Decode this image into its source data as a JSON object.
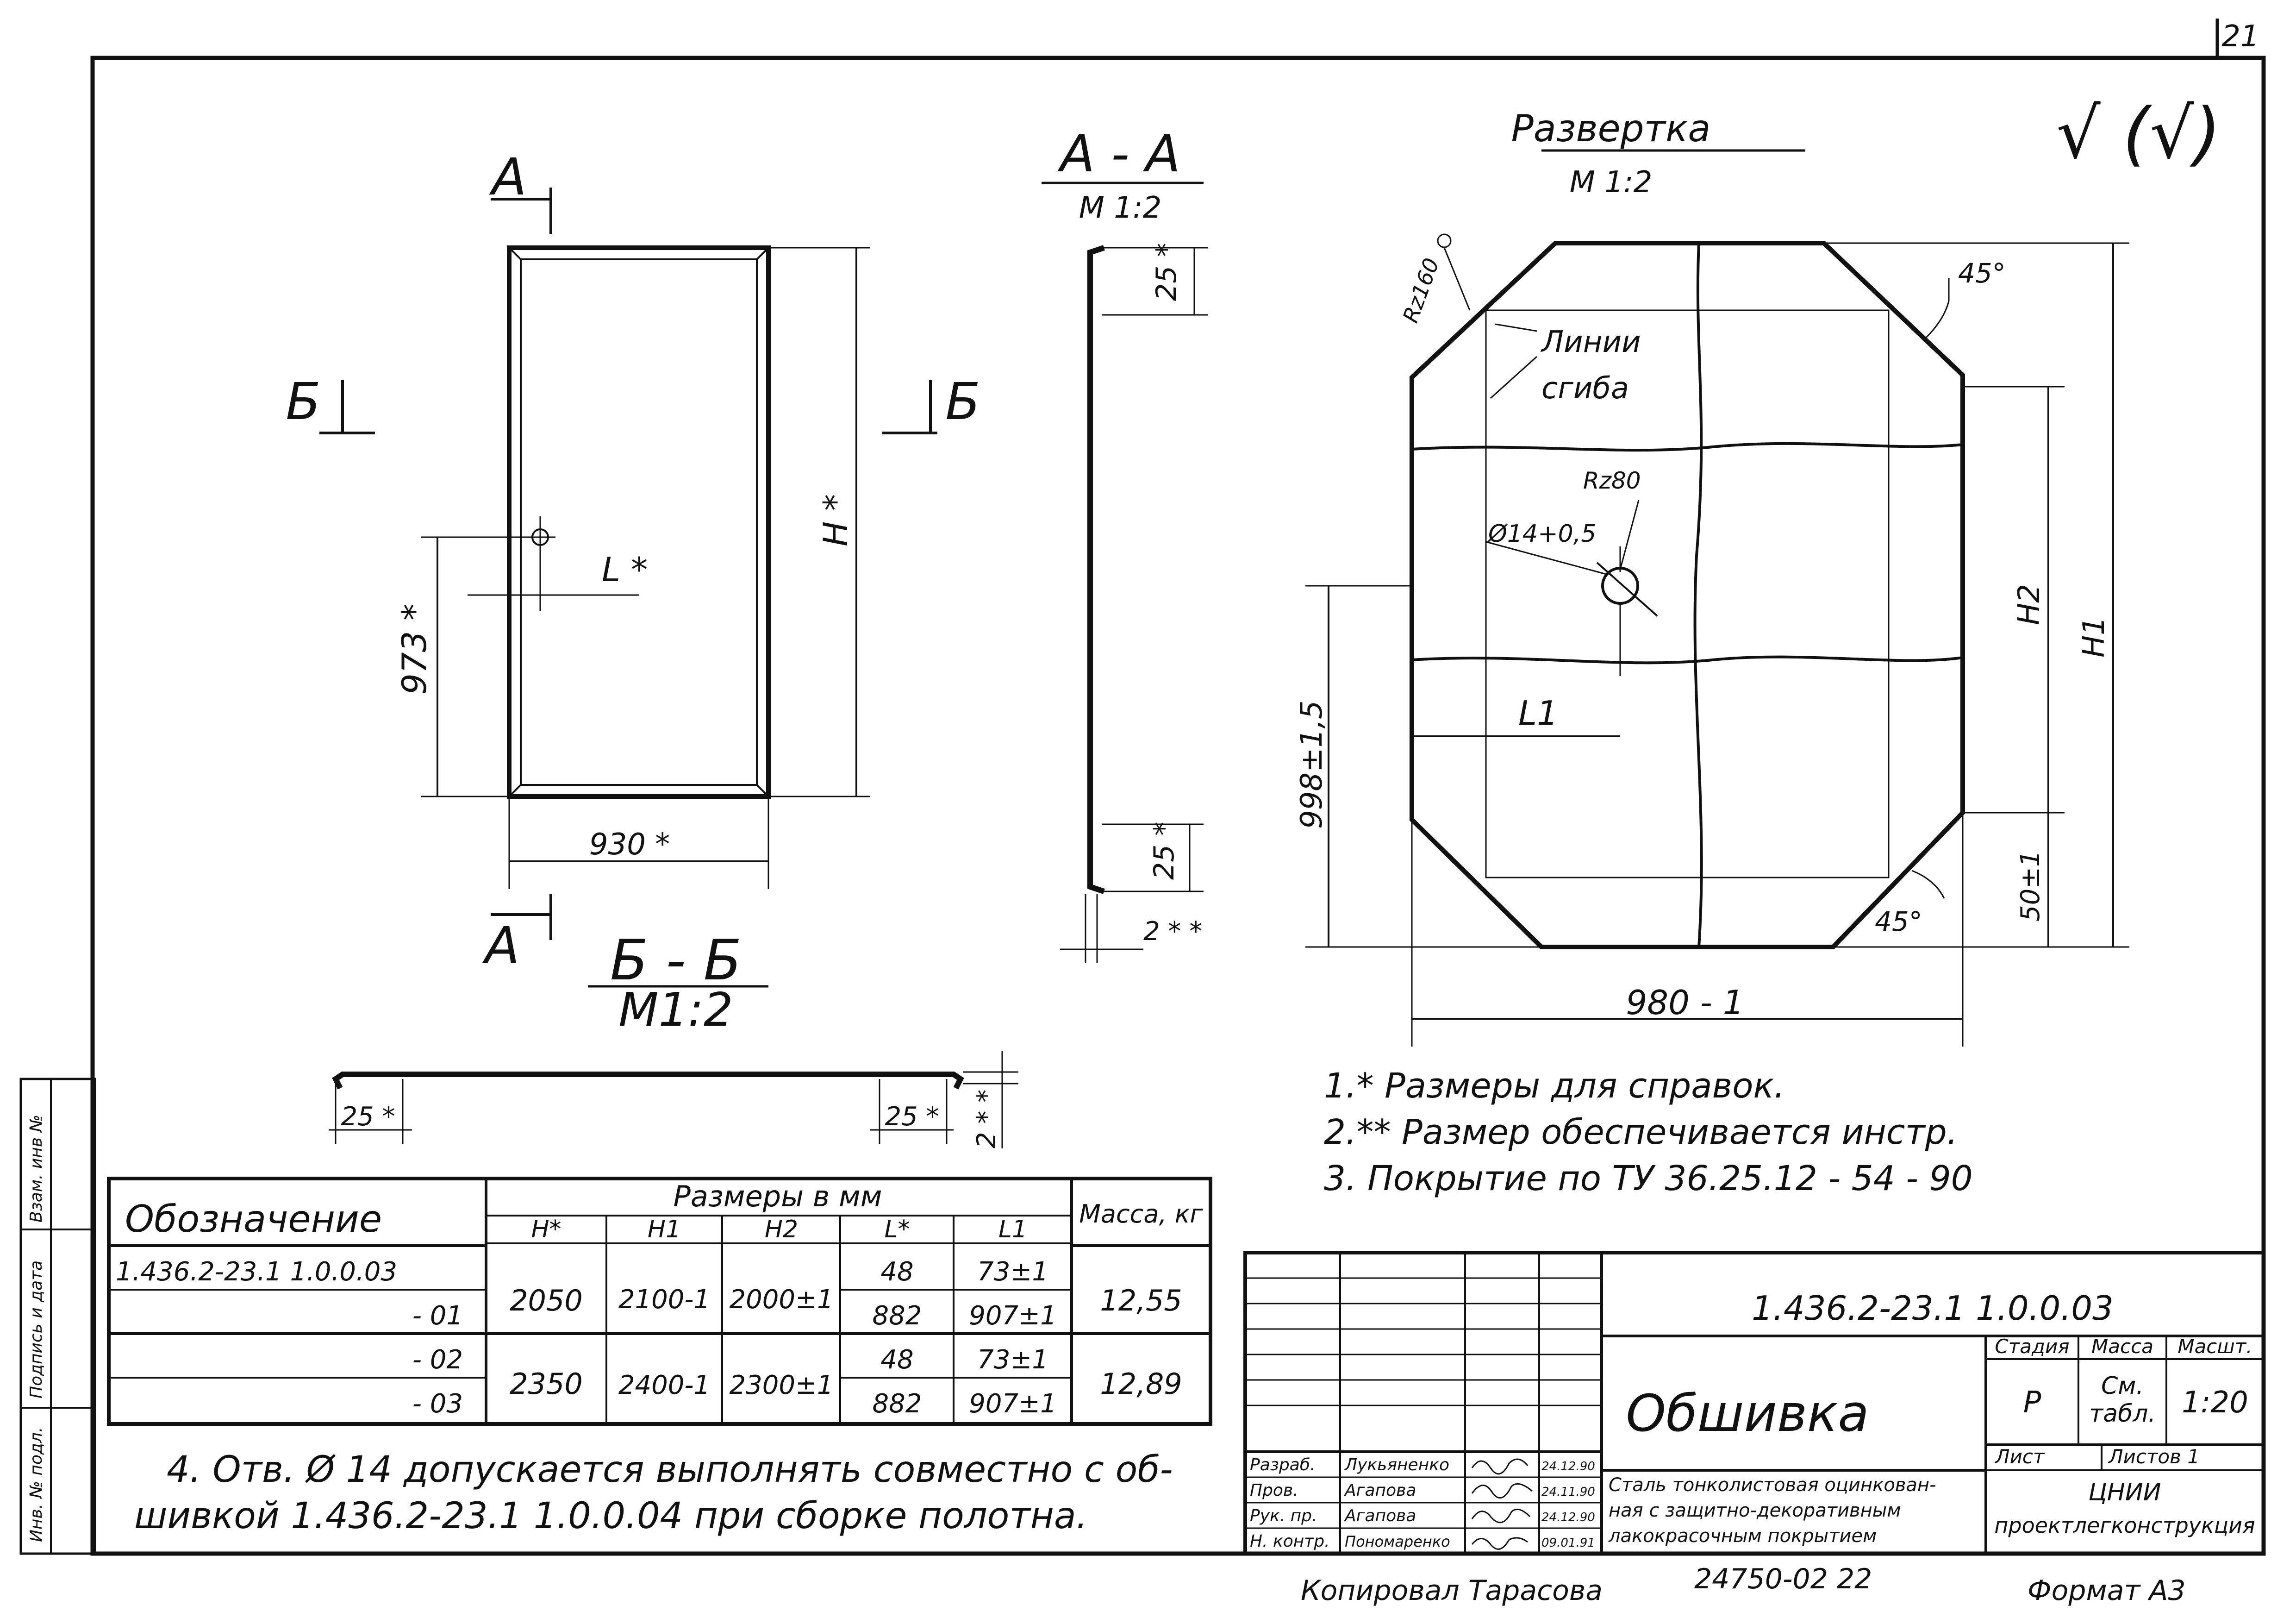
{
  "sheet": {
    "page_number": "21",
    "roughness_mark": "√ (√)",
    "format": "Формат А3",
    "copied_by": "Копировал Тарасова",
    "archive_number": "24750-02   22"
  },
  "section_labels": {
    "a": "А",
    "b": "Б",
    "aa_title": "А - А",
    "aa_scale": "М 1:2",
    "bb_title": "Б - Б",
    "bb_scale": "М1:2",
    "razvertka_title": "Развертка",
    "razvertka_scale": "М 1:2"
  },
  "front_view": {
    "hole_offset": "L *",
    "height": "H *",
    "hole_height": "973 *",
    "width": "930 *"
  },
  "section_aa": {
    "flange_top": "25 *",
    "flange_bottom": "25 *",
    "thickness": "2 * *"
  },
  "section_bb": {
    "flange_left": "25 *",
    "flange_right": "25 *",
    "thickness": "2 * *"
  },
  "razvertka": {
    "corner_label": "Rz160",
    "bend_lines_label_1": "Линии",
    "bend_lines_label_2": "сгиба",
    "hole_roughness": "Rz80",
    "hole_diameter": "Ø14+0,5",
    "hole_offset": "L1",
    "hole_height": "998±1,5",
    "width": "980 - 1",
    "h1": "H1",
    "h2": "H2",
    "bottom_dim": "50±1",
    "angle_top": "45°",
    "angle_bottom": "45°"
  },
  "notes": [
    "1.* Размеры для справок.",
    "2.** Размер обеспечивается   инстр.",
    "3.  Покрытие    по  ТУ 36.25.12 - 54  -  90"
  ],
  "note4": [
    "4.  Отв.  Ø 14 допускается выполнять совместно с об-",
    "шивкой 1.436.2-23.1  1.0.0.04  при сборке полотна."
  ],
  "table": {
    "header_designation": "Обозначение",
    "header_group": "Размеры  в мм",
    "header_mass": "Масса, кг",
    "sub_headers": [
      "H*",
      "H1",
      "H2",
      "L*",
      "L1"
    ],
    "rows": [
      {
        "designation": "1.436.2-23.1  1.0.0.03",
        "l": "48",
        "l1": "73±1"
      },
      {
        "designation": "- 01",
        "l": "882",
        "l1": "907±1"
      },
      {
        "designation": "- 02",
        "l": "48",
        "l1": "73±1"
      },
      {
        "designation": "- 03",
        "l": "882",
        "l1": "907±1"
      }
    ],
    "groups": [
      {
        "h": "2050",
        "h1": "2100-1",
        "h2": "2000±1",
        "mass": "12,55"
      },
      {
        "h": "2350",
        "h1": "2400-1",
        "h2": "2300±1",
        "mass": "12,89"
      }
    ]
  },
  "title_block": {
    "document_code": "1.436.2-23.1    1.0.0.03",
    "part_name": "Обшивка",
    "stage_label": "Стадия",
    "mass_label": "Масса",
    "scale_label": "Масшт.",
    "stage_value": "Р",
    "mass_value_1": "См.",
    "mass_value_2": "табл.",
    "scale_value": "1:20",
    "sheet_label": "Лист",
    "sheets_label": "Листов  1",
    "organization_1": "ЦНИИ",
    "organization_2": "проектлегконструкция",
    "material_1": "Сталь тонколистовая оцинкован-",
    "material_2": "ная с защитно-декоративным",
    "material_3": "лакокрасочным покрытием",
    "signers": [
      {
        "role": "Разраб.",
        "name": "Лукьяненко",
        "date": "24.12.90"
      },
      {
        "role": "Пров.",
        "name": "Агапова",
        "date": "24.11.90"
      },
      {
        "role": "Рук. пр.",
        "name": "Агапова",
        "date": "24.12.90"
      },
      {
        "role": "Н. контр.",
        "name": "Пономаренко",
        "date": "09.01.91"
      }
    ]
  },
  "side_stamp": {
    "inv_podl": "Инв. № подл.",
    "podpis": "Подпись и дата",
    "vzam": "Взам. инв №"
  }
}
